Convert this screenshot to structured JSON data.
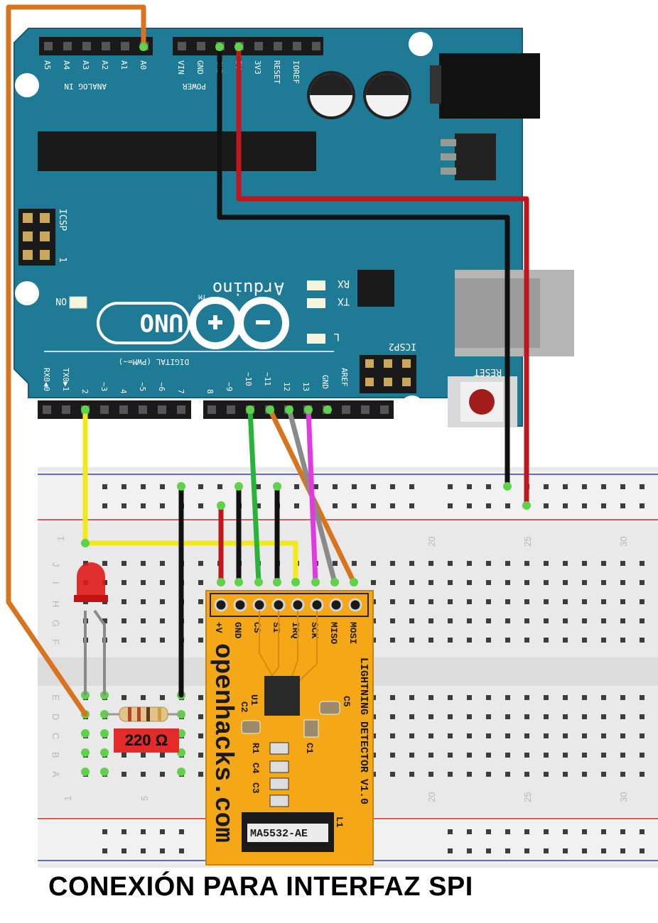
{
  "caption": "CONEXIÓN PARA INTERFAZ SPI",
  "resistor_label": "220 Ω",
  "colors": {
    "arduino_board": "#1f7a96",
    "breadboard": "#e9e9e9",
    "module_board": "#f4a818",
    "wire_orange": "#d8741e",
    "wire_red": "#c0161d",
    "wire_black": "#111111",
    "wire_yellow": "#f2e81a",
    "wire_green": "#29b33a",
    "wire_gray": "#8a8a8a",
    "wire_magenta": "#e13be0"
  },
  "arduino": {
    "logo_text": "Arduino",
    "tm": "TM",
    "model": "UNO",
    "on_label": "ON",
    "analog_in_label": "ANALOG IN",
    "power_label": "POWER",
    "analog_pins": [
      "A5",
      "A4",
      "A3",
      "A2",
      "A1",
      "A0"
    ],
    "power_pins": [
      "VIN",
      "GND",
      "GND",
      "5V",
      "3V3",
      "RESET",
      "IOREF"
    ],
    "digital_label": "DIGITAL (PWM=~)",
    "digital_pins": [
      "RX0◀0",
      "TX0▶1",
      "2",
      "~3",
      "4",
      "~5",
      "~6",
      "7",
      "8",
      "~9",
      "~10",
      "~11",
      "12",
      "13",
      "GND",
      "AREF"
    ],
    "icsp_label": "ICSP",
    "icsp2_label": "ICSP2",
    "rx_label": "RX",
    "tx_label": "TX",
    "l_label": "L",
    "reset_label": "RESET",
    "one_label": "1"
  },
  "breadboard": {
    "rows_top": [
      "J",
      "I",
      "H",
      "G",
      "F"
    ],
    "rows_bottom": [
      "E",
      "D",
      "C",
      "B",
      "A"
    ],
    "column_numbers": [
      "1",
      "5",
      "20",
      "25",
      "30"
    ]
  },
  "module": {
    "pins": [
      "+V",
      "GND",
      "CS",
      "SI",
      "IRQ",
      "SCK",
      "MISO",
      "MOSI"
    ],
    "brand": "openhacks.com",
    "title": "LIGHTNING DETECTOR V1.0",
    "chip_part": "MA5532-AE",
    "components": [
      "U1",
      "C2",
      "C5",
      "R1",
      "C1",
      "C4",
      "C3",
      "L1"
    ]
  }
}
